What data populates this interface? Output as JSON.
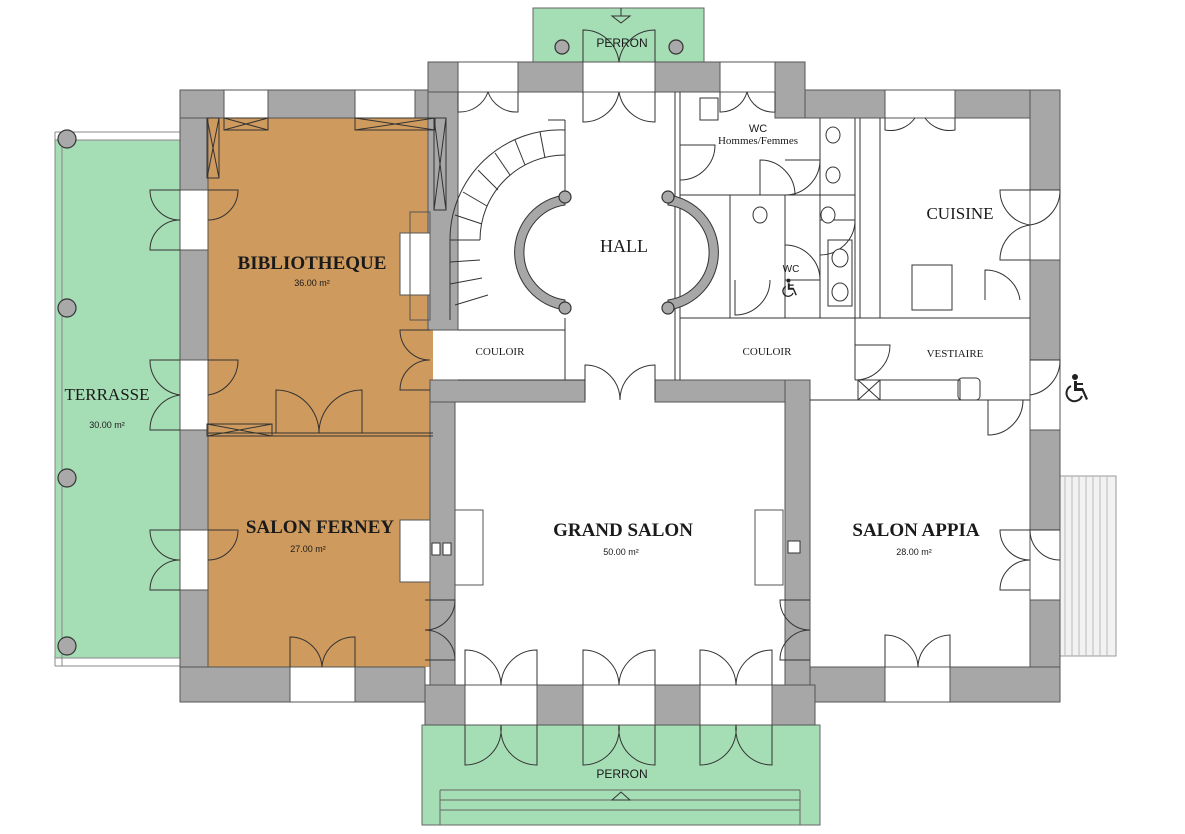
{
  "colors": {
    "terrace_green": "#a5ddb4",
    "salon_brown": "#cf9a5d",
    "wall_grey": "#a7a7a7",
    "floor_white": "#ffffff"
  },
  "labels": {
    "perron_top": "PERRON",
    "perron_bottom": "PERRON",
    "terrasse": "TERRASSE",
    "terrasse_area": "30.00 m²",
    "bibliotheque": "BIBLIOTHEQUE",
    "bibliotheque_area": "36.00 m²",
    "salon_ferney": "SALON FERNEY",
    "salon_ferney_area": "27.00 m²",
    "hall": "HALL",
    "couloir_left": "COULOIR",
    "couloir_right": "COULOIR",
    "wc_top": "WC",
    "wc_top_sub": "Hommes/Femmes",
    "wc_small": "WC",
    "cuisine": "CUISINE",
    "vestiaire": "VESTIAIRE",
    "grand_salon": "GRAND SALON",
    "grand_salon_area": "50.00 m²",
    "salon_appia": "SALON APPIA",
    "salon_appia_area": "28.00 m²"
  },
  "icons": [
    "accessibility-icon",
    "wc-accessibility-icon"
  ]
}
